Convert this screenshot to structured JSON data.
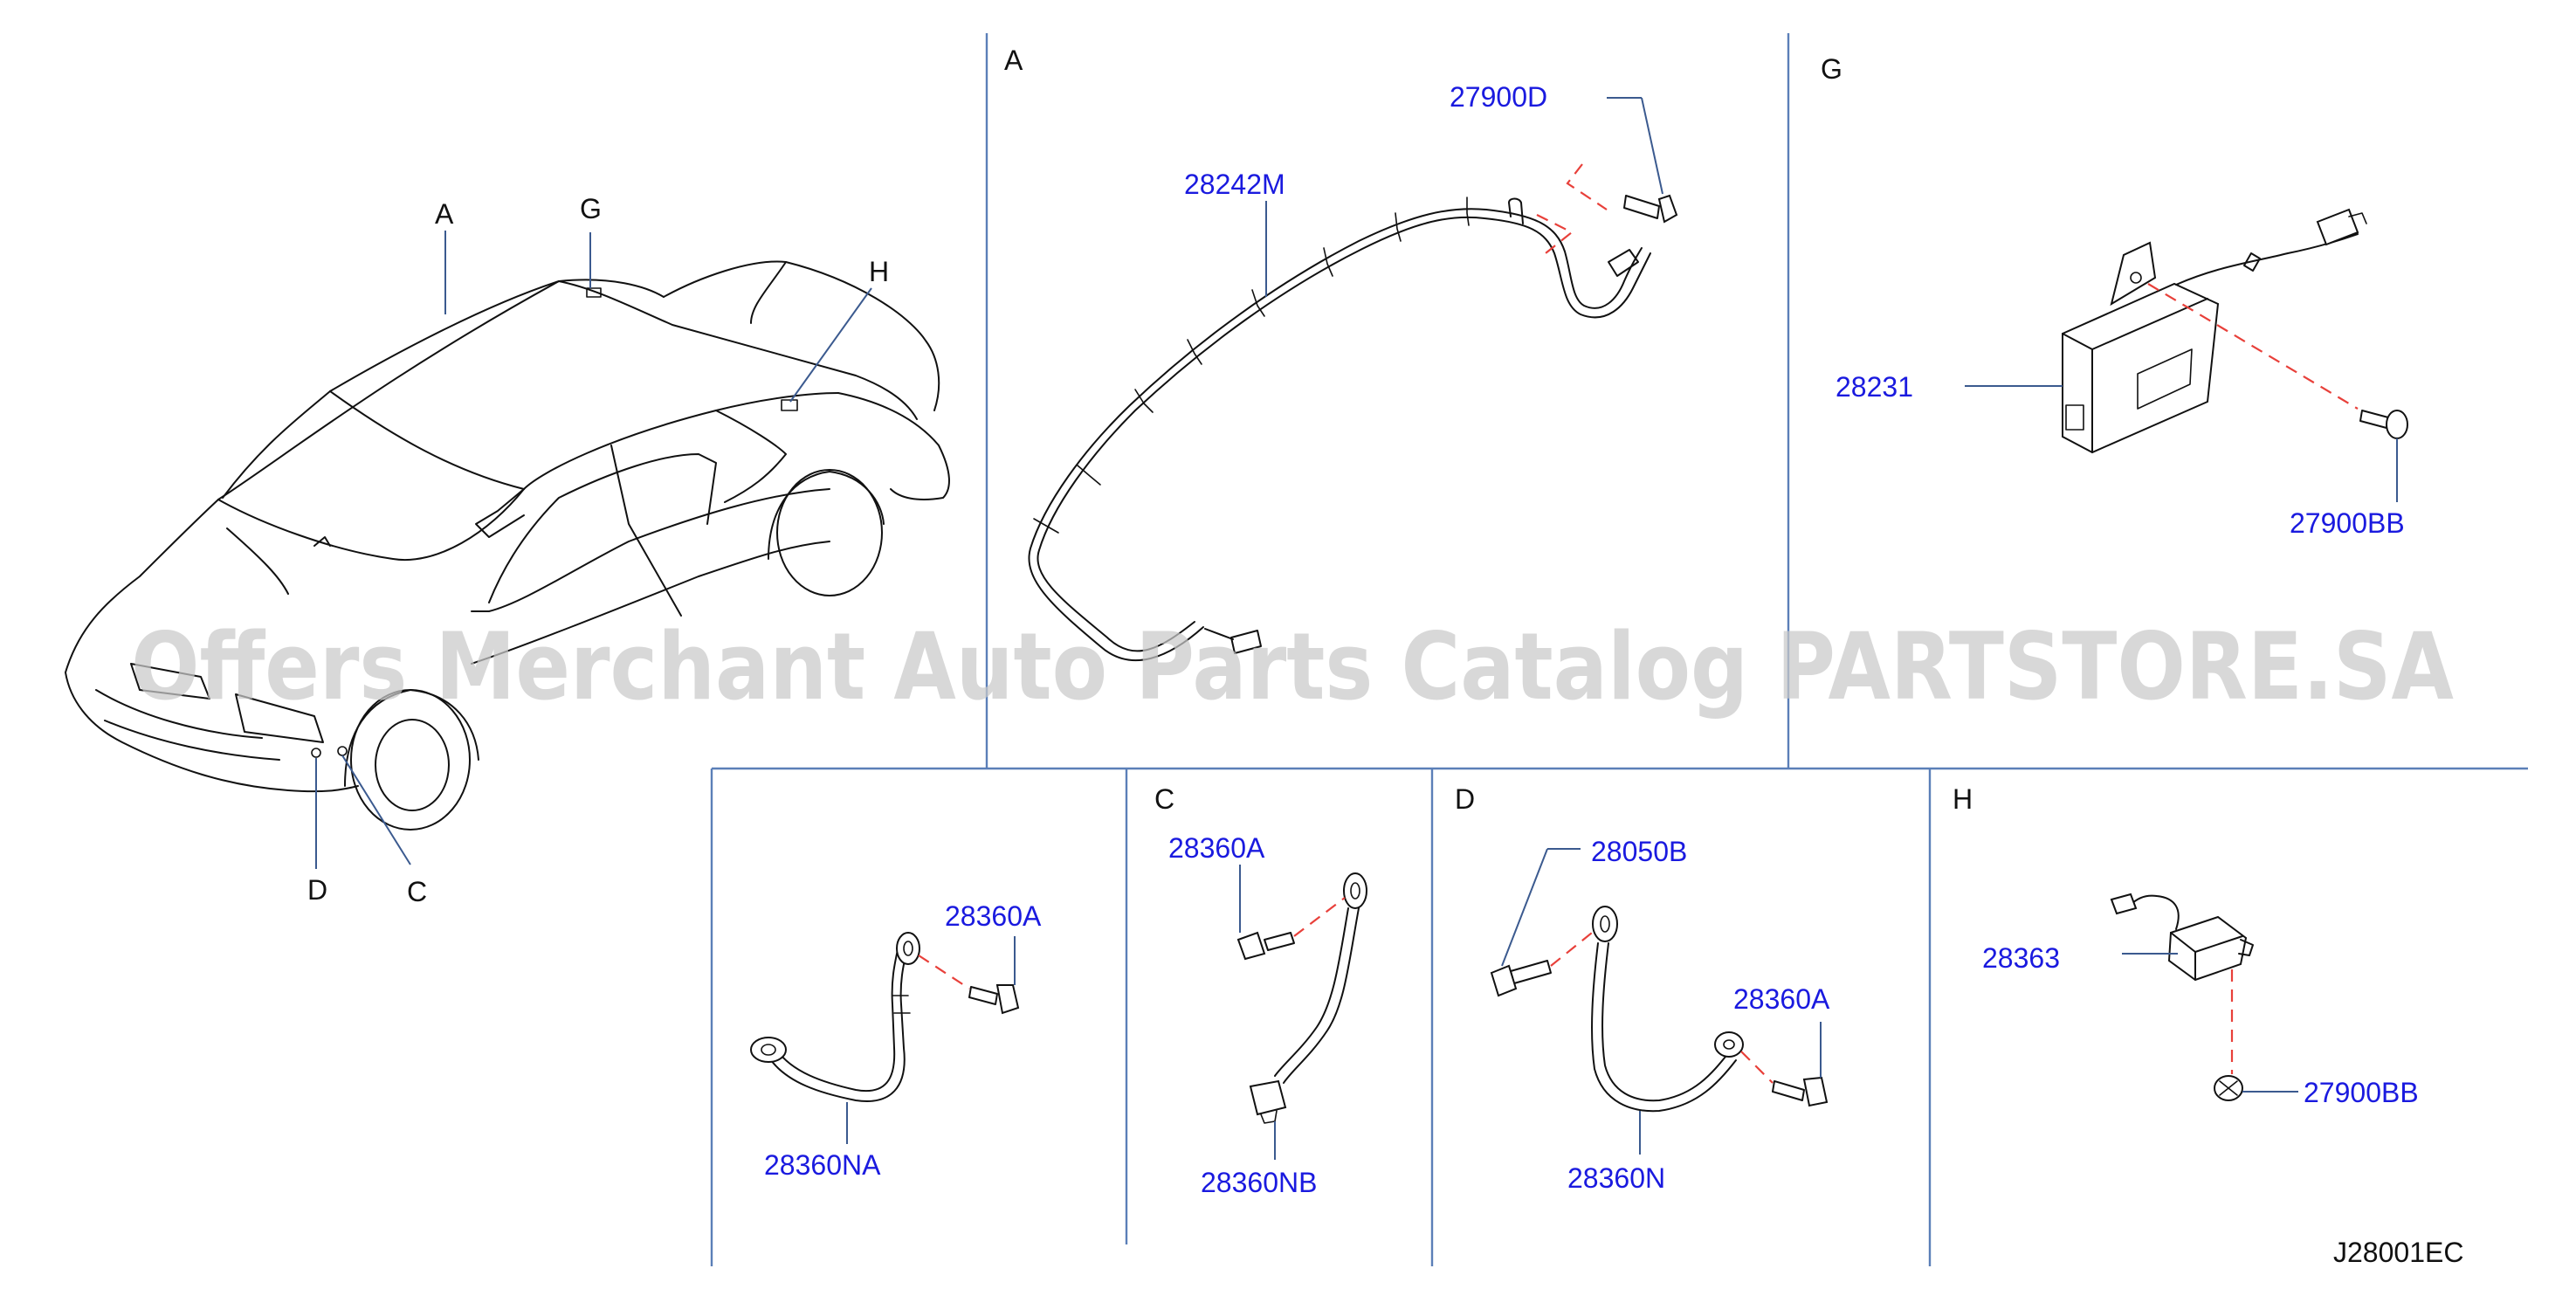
{
  "sections": {
    "overview": {
      "callouts": [
        "A",
        "G",
        "H",
        "D",
        "C"
      ]
    },
    "a": {
      "label": "A",
      "parts": [
        "27900D",
        "28242M"
      ]
    },
    "g": {
      "label": "G",
      "parts": [
        "28231",
        "27900BB"
      ]
    },
    "b": {
      "parts": [
        "28360A",
        "28360NA"
      ]
    },
    "c": {
      "label": "C",
      "parts": [
        "28360A",
        "28360NB"
      ]
    },
    "d": {
      "label": "D",
      "parts": [
        "28050B",
        "28360A",
        "28360N"
      ]
    },
    "h": {
      "label": "H",
      "parts": [
        "28363",
        "27900BB"
      ]
    }
  },
  "diagram_code": "J28001EC",
  "watermark": "Offers Merchant Auto Parts Catalog PARTSTORE.SA",
  "colors": {
    "part_number": "#1a1adf",
    "divider": "#5b7fb8",
    "dash": "#e8403a",
    "watermark": "#c9c9c9"
  }
}
